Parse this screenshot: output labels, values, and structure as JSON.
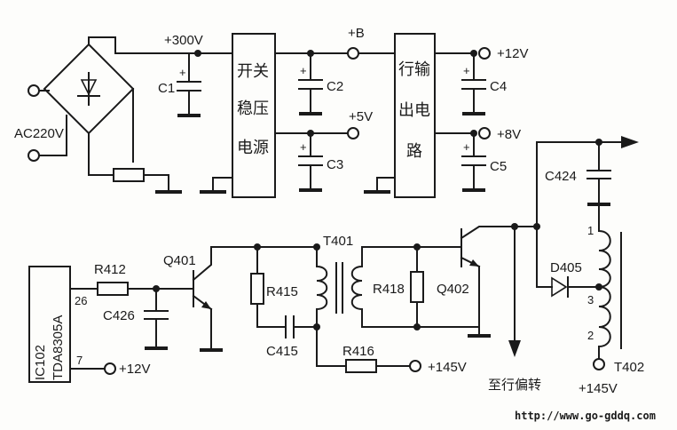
{
  "labels": {
    "v300": "+300V",
    "c1": "C1",
    "c2": "C2",
    "c3": "C3",
    "c4": "C4",
    "c5": "C5",
    "plusB": "+B",
    "plus5v": "+5V",
    "plus12v_top": "+12V",
    "plus8v": "+8V",
    "ac220": "AC220V",
    "c424": "C424",
    "ic102": "IC102",
    "tda": "TDA8305A",
    "pin26": "26",
    "pin7": "7",
    "plus12v_bottom": "+12V",
    "r412": "R412",
    "c426": "C426",
    "q401": "Q401",
    "r415": "R415",
    "c415": "C415",
    "t401": "T401",
    "r418": "R418",
    "q402": "Q402",
    "r416": "R416",
    "plus145v_mid": "+145V",
    "d405": "D405",
    "t402": "T402",
    "plus145v_right": "+145V",
    "pin1": "1",
    "pin3": "3",
    "pin2": "2",
    "to_deflection": "至行偏转",
    "url": "http://www.go-gddq.com"
  },
  "blocks": {
    "smps_line1": "开关",
    "smps_line2": "稳压",
    "smps_line3": "电源",
    "hout_line1": "行输",
    "hout_line2": "出电",
    "hout_line3": "路"
  }
}
